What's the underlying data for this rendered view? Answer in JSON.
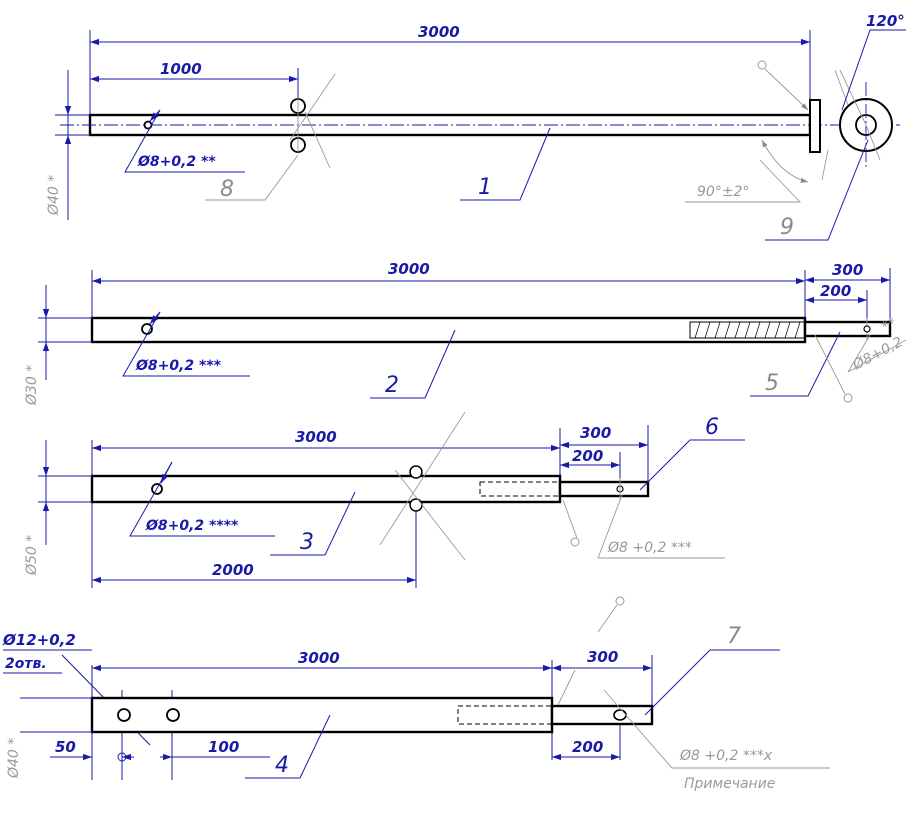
{
  "part1": {
    "len_dim": "3000",
    "hole_pos_dim": "1000",
    "dia_dim": "Ø40 *",
    "hole_note": "Ø8+0,2 **",
    "angle_top": "120°",
    "angle_side": "90°±2°",
    "pos_main": "1",
    "pos_pin": "8",
    "pos_disc": "9"
  },
  "part2": {
    "len_dim": "3000",
    "tip_dim": "300",
    "tip_inner_dim": "200",
    "dia_dim": "Ø30 *",
    "hole_note": "Ø8+0,2 ***",
    "tip_hole_note": "Ø8+0,2",
    "tip_hole_stars": "**",
    "pos_main": "2",
    "pos_tip": "5"
  },
  "part3": {
    "len_dim": "3000",
    "tip_dim": "300",
    "tip_inner_dim": "200",
    "hole_pos_dim": "2000",
    "dia_dim": "Ø50 *",
    "hole_note": "Ø8+0,2 ****",
    "tip_hole_note": "Ø8 +0,2 ***",
    "pos_main": "3",
    "pos_tip": "6"
  },
  "part4": {
    "hole_note": "Ø12+0,2",
    "hole_count": "2отв.",
    "len_dim": "3000",
    "tip_dim": "300",
    "tip_inner_dim": "200",
    "edge_dim": "50",
    "spacing_dim": "100",
    "dia_dim": "Ø40 *",
    "tip_hole_note": "Ø8 +0,2 ***x",
    "remark": "Примечание",
    "pos_main": "4",
    "pos_tip": "7"
  }
}
